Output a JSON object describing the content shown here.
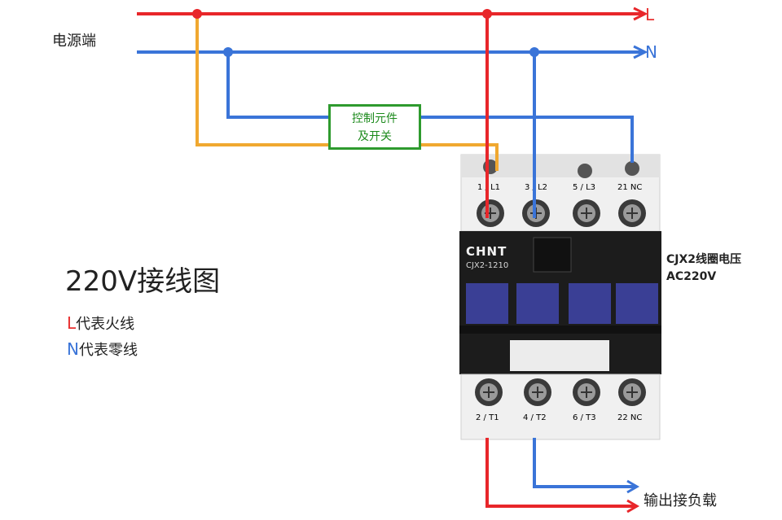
{
  "labels": {
    "source": "电源端",
    "line_L": "L",
    "line_N": "N",
    "title": "220V接线图",
    "legend_L_key": "L",
    "legend_L_text": "代表火线",
    "legend_N_key": "N",
    "legend_N_text": "代表零线",
    "coil_line1": "CJX2线圈电压",
    "coil_line2": "AC220V",
    "output": "输出接负载",
    "control_line1": "控制元件",
    "control_line2": "及开关"
  },
  "contactor": {
    "brand": "CHNT",
    "model": "CJX2-1210",
    "top_terminals": [
      "1 / L1",
      "3 / L2",
      "5 / L3",
      "21 NC"
    ],
    "bottom_terminals": [
      "2 / T1",
      "4 / T2",
      "6 / T3",
      "22 NC"
    ]
  },
  "colors": {
    "live": "#e8262a",
    "neutral": "#3a74d8",
    "control": "#f0a830",
    "control_box": "#2e9a2e",
    "contactor_body": "#1c1c1c",
    "contactor_top": "#f2f2f2",
    "buttons": "#3a3f95"
  }
}
